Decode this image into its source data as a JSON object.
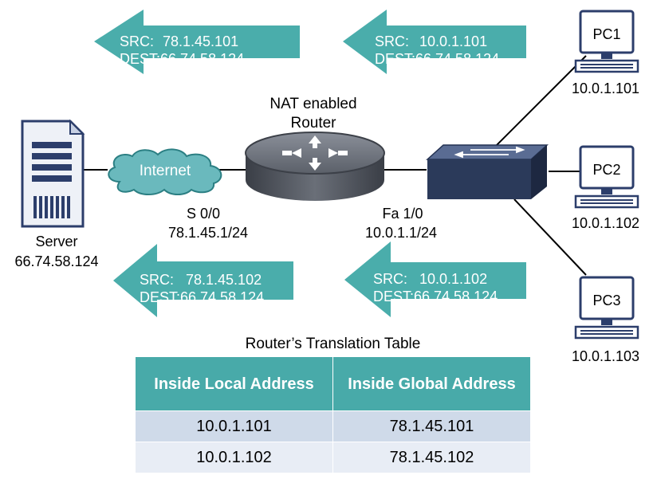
{
  "arrows": {
    "top_left": {
      "src_label": "SRC:",
      "src": "78.1.45.101",
      "dest_label": "DEST:",
      "dest": "66.74.58.124"
    },
    "top_right": {
      "src_label": "SRC:",
      "src": "10.0.1.101",
      "dest_label": "DEST:",
      "dest": "66.74.58.124"
    },
    "bottom_left": {
      "src_label": "SRC:",
      "src": "78.1.45.102",
      "dest_label": "DEST:",
      "dest": "66.74.58.124"
    },
    "bottom_right": {
      "src_label": "SRC:",
      "src": "10.0.1.102",
      "dest_label": "DEST:",
      "dest": "66.74.58.124"
    }
  },
  "router": {
    "title_line1": "NAT enabled",
    "title_line2": "Router",
    "wan_if": "S 0/0",
    "wan_ip": "78.1.45.1/24",
    "lan_if": "Fa 1/0",
    "lan_ip": "10.0.1.1/24"
  },
  "cloud": {
    "label": "Internet"
  },
  "server": {
    "label": "Server",
    "ip": "66.74.58.124"
  },
  "pcs": [
    {
      "name": "PC1",
      "ip": "10.0.1.101"
    },
    {
      "name": "PC2",
      "ip": "10.0.1.102"
    },
    {
      "name": "PC3",
      "ip": "10.0.1.103"
    }
  ],
  "table": {
    "title": "Router’s Translation Table",
    "headers": [
      "Inside Local Address",
      "Inside Global Address"
    ],
    "rows": [
      [
        "10.0.1.101",
        "78.1.45.101"
      ],
      [
        "10.0.1.102",
        "78.1.45.102"
      ]
    ]
  },
  "colors": {
    "arrow": "#4aadab",
    "table_header": "#48aaa9",
    "row1": "#cfdae9",
    "row2": "#e8edf5",
    "cloud": "#6ab9bd",
    "router": "#4a4e57",
    "switch": "#2b3a5a"
  }
}
